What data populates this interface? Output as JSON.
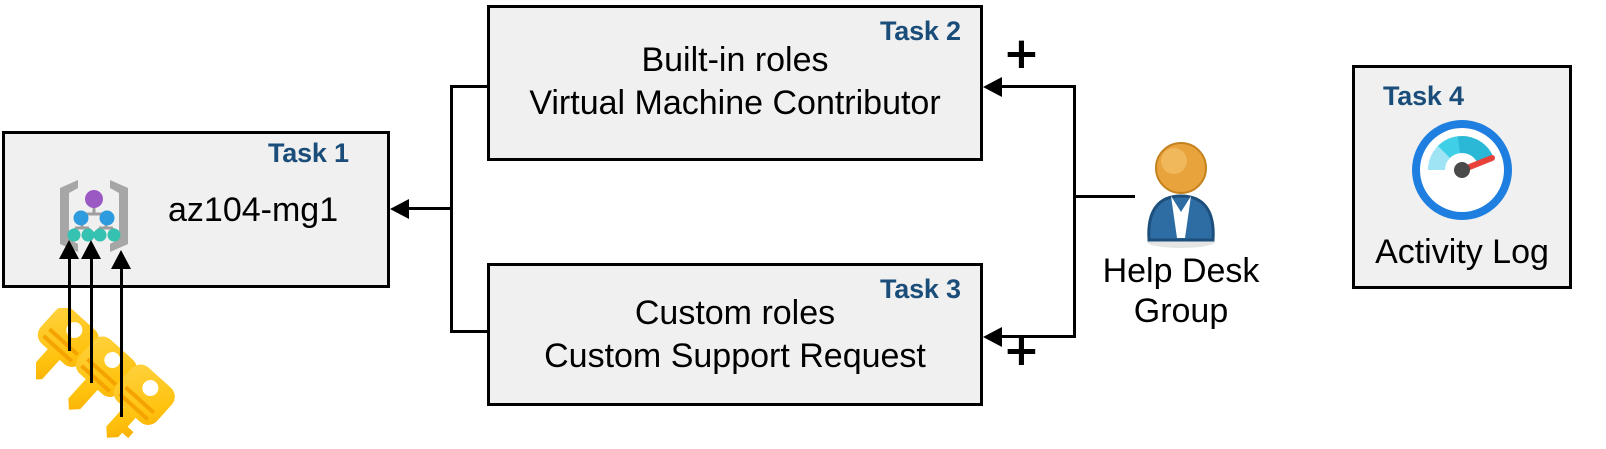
{
  "diagram": {
    "title": "Azure RBAC task diagram",
    "accent_color": "#1a4d79",
    "box_fill": "#f0f0f0",
    "box_border": "#000000"
  },
  "tasks": {
    "task1": {
      "label": "Task 1",
      "text": "az104-mg1",
      "icon": "management-group-icon"
    },
    "task2": {
      "label": "Task 2",
      "line1": "Built-in roles",
      "line2": "Virtual Machine Contributor"
    },
    "task3": {
      "label": "Task 3",
      "line1": "Custom roles",
      "line2": "Custom Support Request"
    },
    "task4": {
      "label": "Task 4",
      "text": "Activity Log",
      "icon": "activity-log-gauge-icon"
    }
  },
  "actor": {
    "line1": "Help Desk",
    "line2": "Group",
    "icon": "user-group-icon"
  },
  "symbols": {
    "plus_top": "+",
    "plus_bottom": "+"
  },
  "keys": {
    "icon": "keys-icon",
    "count": 3,
    "color": "#ffc20e"
  },
  "colors": {
    "key_yellow": "#ffc61e",
    "key_orange": "#f7a800",
    "gauge_blue": "#1e7fe0",
    "gauge_cyan": "#2bb8d6",
    "gauge_needle": "#e8413a",
    "user_head": "#e8a33d",
    "user_body": "#2e6da4",
    "node_purple": "#9b59c4",
    "node_blue": "#2e9bdf",
    "node_teal": "#35c2b0",
    "bracket_gray": "#a6a6a6"
  }
}
